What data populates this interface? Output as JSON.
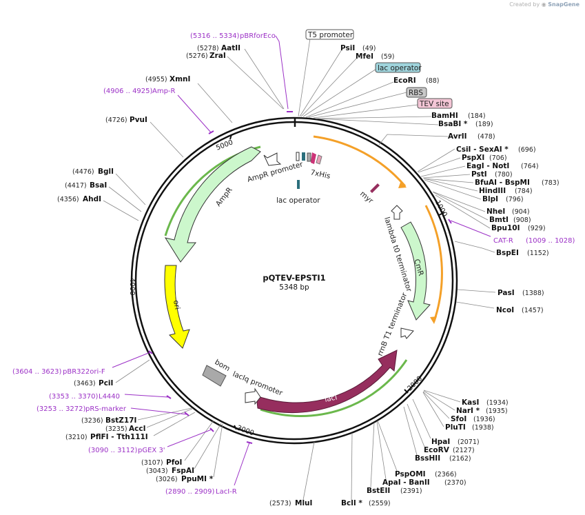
{
  "credit": {
    "prefix": "Created by",
    "brand": "SnapGene"
  },
  "plasmid": {
    "name": "pQTEV-EPSTI1",
    "length": "5348 bp"
  },
  "ticks": [
    {
      "bp": 1000,
      "label": "1000"
    },
    {
      "bp": 2000,
      "label": "2000"
    },
    {
      "bp": 3000,
      "label": "3000"
    },
    {
      "bp": 4000,
      "label": "4000"
    },
    {
      "bp": 5000,
      "label": "5000"
    }
  ],
  "sites": [
    {
      "name": "AatII",
      "pos": "(5278)"
    },
    {
      "name": "ZraI",
      "pos": "(5276)"
    },
    {
      "name": "XmnI",
      "pos": "(4955)"
    },
    {
      "name": "PvuI",
      "pos": "(4726)"
    },
    {
      "name": "BglI",
      "pos": "(4476)"
    },
    {
      "name": "BsaI",
      "pos": "(4417)"
    },
    {
      "name": "AhdI",
      "pos": "(4356)"
    },
    {
      "name": "PsiI",
      "pos": "(49)"
    },
    {
      "name": "MfeI",
      "pos": "(59)"
    },
    {
      "name": "EcoRI",
      "pos": "(88)"
    },
    {
      "name": "BamHI",
      "pos": "(184)"
    },
    {
      "name": "BsaBI *",
      "pos": "(189)"
    },
    {
      "name": "AvrII",
      "pos": "(478)"
    },
    {
      "name": "CsiI - SexAI *",
      "pos": "(696)"
    },
    {
      "name": "PspXI",
      "pos": "(706)"
    },
    {
      "name": "EagI - NotI",
      "pos": "(764)"
    },
    {
      "name": "PstI",
      "pos": "(780)"
    },
    {
      "name": "BfuAI - BspMI",
      "pos": "(783)"
    },
    {
      "name": "HindIII",
      "pos": "(784)"
    },
    {
      "name": "BlpI",
      "pos": "(796)"
    },
    {
      "name": "NheI",
      "pos": "(904)"
    },
    {
      "name": "BmtI",
      "pos": "(908)"
    },
    {
      "name": "Bpu10I",
      "pos": "(929)"
    },
    {
      "name": "BspEI",
      "pos": "(1152)"
    },
    {
      "name": "PasI",
      "pos": "(1388)"
    },
    {
      "name": "NcoI",
      "pos": "(1457)"
    },
    {
      "name": "KasI",
      "pos": "(1934)"
    },
    {
      "name": "NarI *",
      "pos": "(1935)"
    },
    {
      "name": "SfoI",
      "pos": "(1936)"
    },
    {
      "name": "PluTI",
      "pos": "(1938)"
    },
    {
      "name": "HpaI",
      "pos": "(2071)"
    },
    {
      "name": "EcoRV",
      "pos": "(2127)"
    },
    {
      "name": "BssHII",
      "pos": "(2162)"
    },
    {
      "name": "PspOMI",
      "pos": "(2366)"
    },
    {
      "name": "ApaI - BanII",
      "pos": "(2370)"
    },
    {
      "name": "BstEII",
      "pos": "(2391)"
    },
    {
      "name": "BclI *",
      "pos": "(2559)"
    },
    {
      "name": "MluI",
      "pos": "(2573)"
    },
    {
      "name": "PciI",
      "pos": "(3463)"
    },
    {
      "name": "BstZ17I",
      "pos": "(3236)"
    },
    {
      "name": "AccI",
      "pos": "(3235)"
    },
    {
      "name": "PflFI - Tth111I",
      "pos": "(3210)"
    },
    {
      "name": "PfoI",
      "pos": "(3107)"
    },
    {
      "name": "FspAI",
      "pos": "(3043)"
    },
    {
      "name": "PpuMI *",
      "pos": "(3026)"
    }
  ],
  "primers": [
    {
      "name": "pBRforEco",
      "range": "(5316 .. 5334)"
    },
    {
      "name": "Amp-R",
      "range": "(4906 .. 4925)"
    },
    {
      "name": "CAT-R",
      "range": "(1009 .. 1028)"
    },
    {
      "name": "pBR322ori-F",
      "range": "(3604 .. 3623)"
    },
    {
      "name": "L4440",
      "range": "(3353 .. 3370)"
    },
    {
      "name": "pRS-marker",
      "range": "(3253 .. 3272)"
    },
    {
      "name": "pGEX 3'",
      "range": "(3090 .. 3112)"
    },
    {
      "name": "LacI-R",
      "range": "(2890 .. 2909)"
    }
  ],
  "tags": {
    "t5": "T5 promoter",
    "lacop": "lac operator",
    "rbs": "RBS",
    "tev": "TEV site"
  },
  "features": {
    "ampr_promoter": "AmpR promoter",
    "his": "7xHis",
    "lacop_inner": "lac operator",
    "myr": "myr",
    "ampr": "AmpR",
    "lambda": "lambda t0 terminator",
    "cmr": "CmR",
    "ori": "ori",
    "rrnb": "rrnB T1 terminator",
    "bom": "bom",
    "laciq": "lacIq promoter",
    "laci": "lacI"
  },
  "colors": {
    "ampr": "#ccf7cc",
    "cmr": "#ccf7cc",
    "ori": "#ffff00",
    "laci": "#962e5e",
    "orange": "#f4a028",
    "primer": "#9b30c6",
    "tag_t5": "#ffffff",
    "tag_lacop": "#9fd4dc",
    "tag_rbs": "#c8c8c8",
    "tag_tev": "#f4c6d6"
  }
}
